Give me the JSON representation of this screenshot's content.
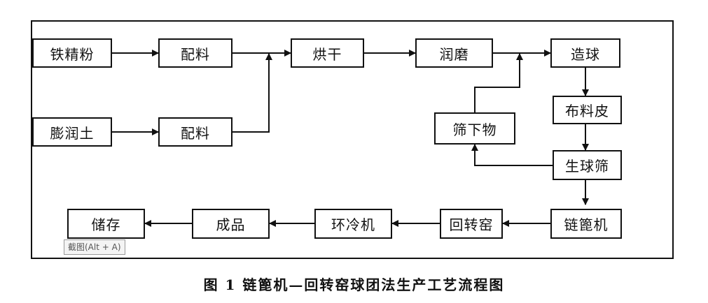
{
  "diagram": {
    "nodes": {
      "iron": "铁精粉",
      "mix1": "配料",
      "dry": "烘干",
      "grind": "润磨",
      "ball": "造球",
      "bentonite": "膨润土",
      "mix2": "配料",
      "undersize": "筛下物",
      "belt": "布料皮",
      "screen": "生球筛",
      "grate": "链篦机",
      "kiln": "回转窑",
      "cooler": "环冷机",
      "product": "成品",
      "storage": "储存"
    },
    "caption": "图 1 链篦机—回转窑球团法生产工艺流程图"
  },
  "tooltip": "截图(Alt + A)"
}
